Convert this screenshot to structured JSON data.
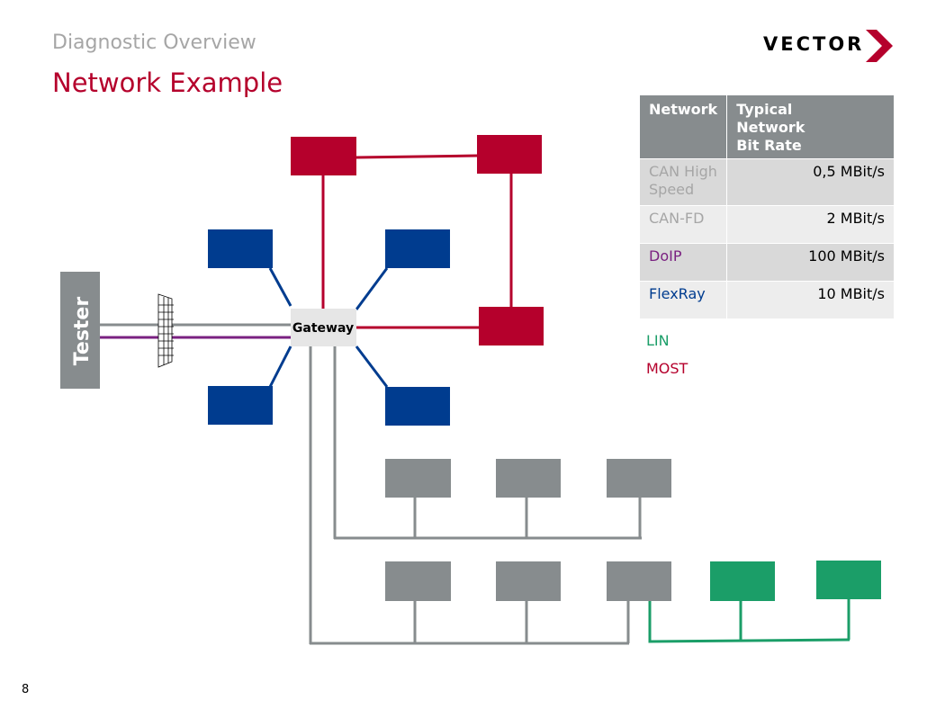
{
  "header": {
    "subtitle": "Diagnostic Overview",
    "title": "Network Example",
    "logo_text": "VECTOR"
  },
  "diagram": {
    "tester_label": "Tester",
    "gateway_label": "Gateway",
    "colors": {
      "most": "#b5002c",
      "can": "#003c8f",
      "ecu_gray": "#878c8e",
      "lin": "#1b9e68",
      "doip": "#7a2181",
      "gateway_fill": "#e6e6e6"
    }
  },
  "table": {
    "headers": [
      "Network",
      "Typical Network Bit Rate"
    ],
    "rows": [
      {
        "network": "CAN High Speed",
        "rate": "0,5 MBit/s",
        "color": "#a6a6a6"
      },
      {
        "network": "CAN-FD",
        "rate": "2 MBit/s",
        "color": "#a6a6a6"
      },
      {
        "network": "DoIP",
        "rate": "100 MBit/s",
        "color": "#7a2181"
      },
      {
        "network": "FlexRay",
        "rate": "10 MBit/s",
        "color": "#003c8f"
      }
    ]
  },
  "legend": {
    "lin": {
      "label": "LIN",
      "color": "#1b9e68"
    },
    "most": {
      "label": "MOST",
      "color": "#b5002c"
    }
  },
  "footer": {
    "page_number": "8"
  }
}
